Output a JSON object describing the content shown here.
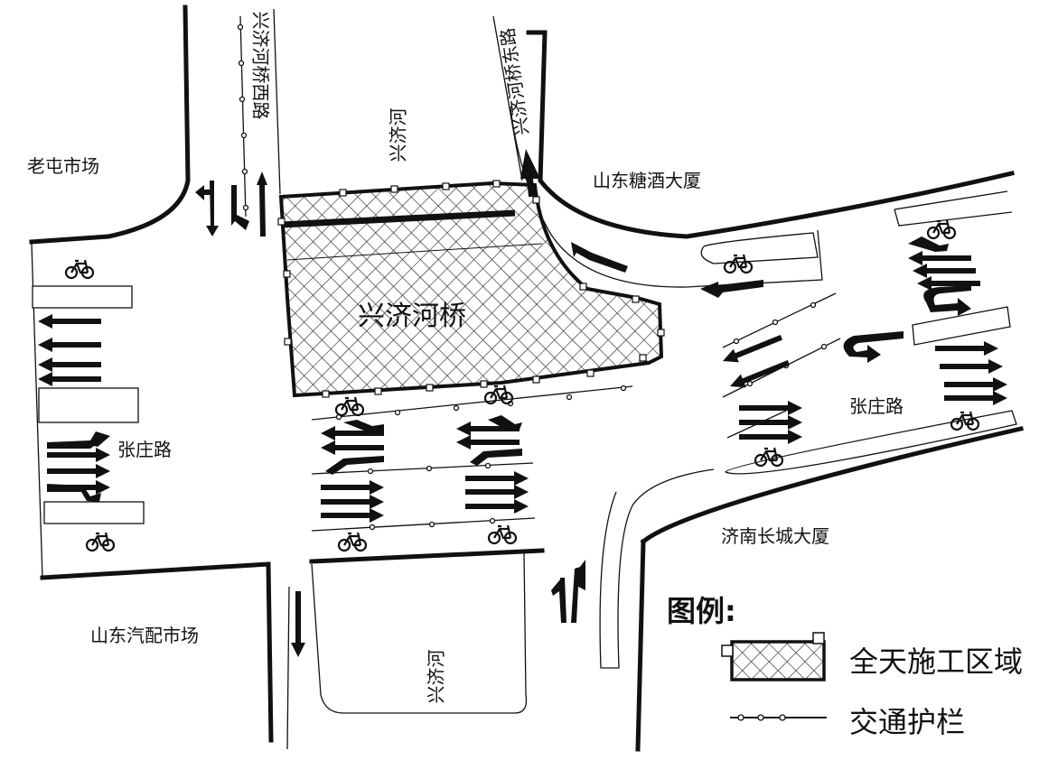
{
  "places": {
    "laotun": "老屯市场",
    "shandong_tangjiu": "山东糖酒大厦",
    "jinan_changcheng": "济南长城大厦",
    "shandong_qipei": "山东汽配市场"
  },
  "roads": {
    "zhangzhuang_west": "张庄路",
    "zhangzhuang_east": "张庄路",
    "xingjihe_qiao_xi": "兴济河桥西路",
    "xingjihe_qiao_dong": "兴济河桥东路"
  },
  "river": {
    "north": "兴济河",
    "south": "兴济河"
  },
  "bridge": {
    "label": "兴济河桥"
  },
  "legend": {
    "title": "图例:",
    "construction": "全天施工区域",
    "barrier": "交通护栏"
  },
  "colors": {
    "ink": "#111111",
    "background": "#ffffff"
  }
}
